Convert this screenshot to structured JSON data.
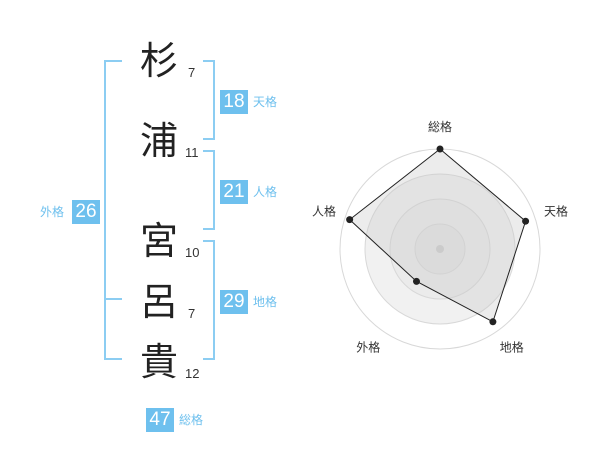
{
  "name": {
    "chars": [
      {
        "char": "杉",
        "strokes": "7"
      },
      {
        "char": "浦",
        "strokes": "11"
      },
      {
        "char": "宮",
        "strokes": "10"
      },
      {
        "char": "呂",
        "strokes": "7"
      },
      {
        "char": "貴",
        "strokes": "12"
      }
    ]
  },
  "grids": {
    "tenkaku": {
      "value": "18",
      "label": "天格"
    },
    "jinkaku": {
      "value": "21",
      "label": "人格"
    },
    "chikaku": {
      "value": "29",
      "label": "地格"
    },
    "gaikaku": {
      "value": "26",
      "label": "外格"
    },
    "soukaku": {
      "value": "47",
      "label": "総格"
    }
  },
  "colors": {
    "accent": "#6ec0ee",
    "bracket": "#8ccdf2",
    "radar_fill": "#e8e8e8",
    "radar_stroke": "#222222"
  },
  "chart_data": {
    "type": "radar",
    "axes": [
      "総格",
      "天格",
      "地格",
      "外格",
      "人格"
    ],
    "levels": 4,
    "max": 4,
    "values": [
      4,
      3.6,
      3.6,
      1.6,
      3.8
    ]
  }
}
